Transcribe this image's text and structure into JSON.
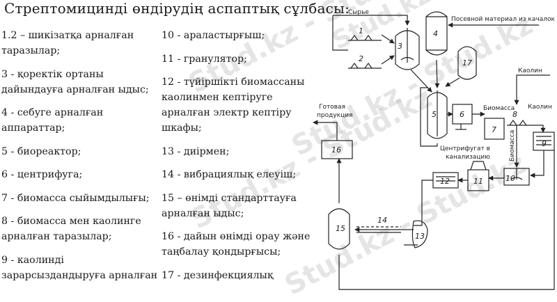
{
  "title": "Стрептомицинді өндірудің аспаптық сұлбасы:",
  "legend_left": [
    "1.2 – шикізатқа арналған таразылар;",
    "3 - қоректік ортаны дайындауға арналған ыдыс;",
    "4 - себуге арналған аппараттар;",
    "5 - биореактор;",
    "6 - центрифуга;",
    "7 - биомасса сыйымдылығы;",
    "8 - биомасса мен каолинге арналған таразылар;",
    "9 - каолинді зарарсыздандыруға арналған"
  ],
  "legend_right": [
    "10 - араластырғыш;",
    "11 - гранулятор;",
    "12 - түйіршікті биомассаны каолинмен кептіруге арналған электр кептіру шкафы;",
    "13 - диірмен;",
    "14 - вибрациялық елеуіш;",
    "15 – өнімді стандарттауға арналған ыдыс;",
    "16 - дайын өнімді орау және таңбалау қондырғысы;",
    "17 - дезинфекциялық"
  ],
  "watermark": "Stud.kz - Stud.kz",
  "diagram": {
    "labels": {
      "syrye": "Сырье",
      "posevnoy": "Посевной материал из качалок",
      "kaolin_top": "Каолин",
      "biomassa": "Биомасса",
      "kaolin": "Каолин",
      "biomassa_vertical": "Биомасса",
      "gotovaya_1": "Готовая",
      "gotovaya_2": "продукция",
      "centrifugat_1": "Центрифугат в",
      "centrifugat_2": "канализацию"
    },
    "numbers": {
      "n1": "1",
      "n2": "2",
      "n3": "3",
      "n4": "4",
      "n5": "5",
      "n6": "6",
      "n7": "7",
      "n8": "8",
      "n9": "9",
      "n10": "10",
      "n11": "11",
      "n12": "12",
      "n13": "13",
      "n14": "14",
      "n15": "15",
      "n16": "16",
      "n17": "17"
    }
  }
}
